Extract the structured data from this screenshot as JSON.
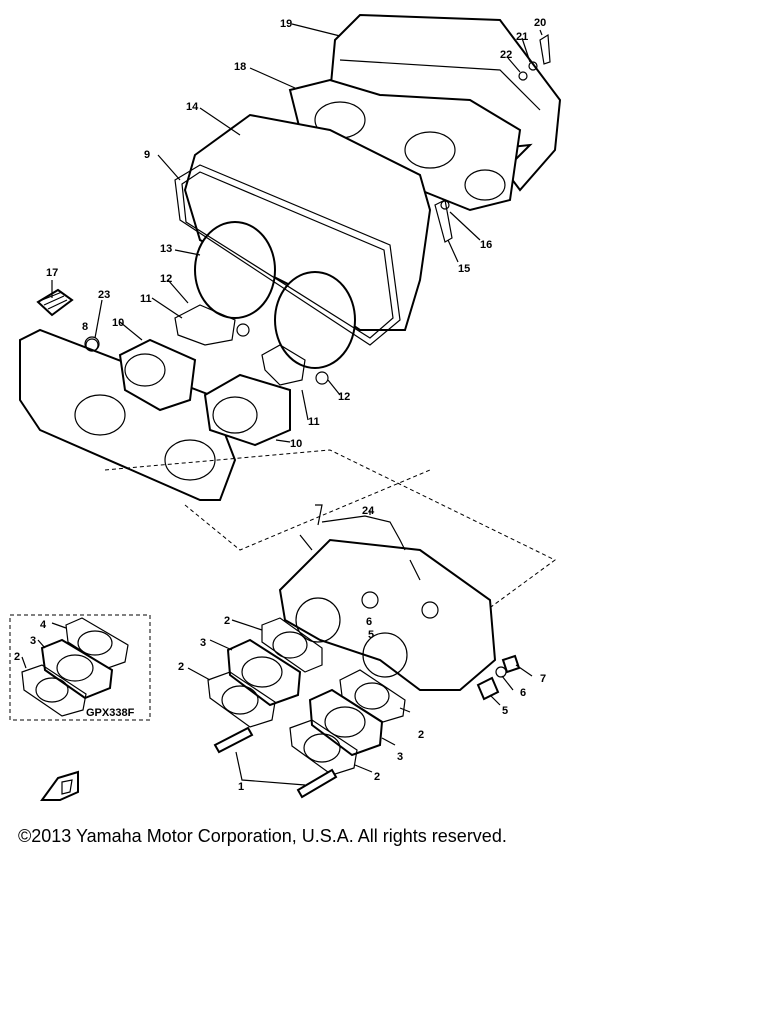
{
  "diagram": {
    "part_numbers": [
      "1",
      "2",
      "3",
      "4",
      "5",
      "6",
      "7",
      "8",
      "9",
      "10",
      "11",
      "12",
      "13",
      "14",
      "15",
      "16",
      "17",
      "18",
      "19",
      "20",
      "21",
      "22",
      "23",
      "24"
    ],
    "inset_code": "GPX338F",
    "copyright": "©2013 Yamaha Motor Corporation, U.S.A. All rights reserved."
  }
}
